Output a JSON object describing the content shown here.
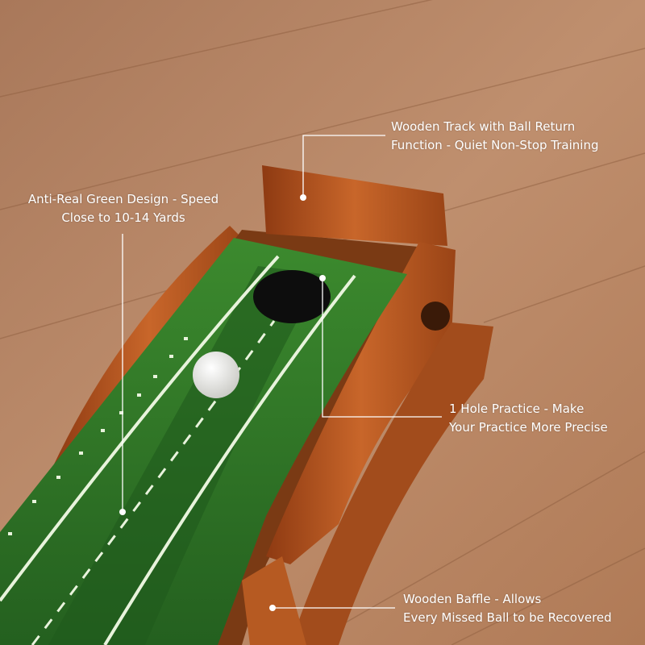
{
  "callouts": {
    "ball_return": {
      "line1": "Wooden Track with Ball Return",
      "line2": "Function - Quiet Non-Stop Training"
    },
    "green_design": {
      "line1": "Anti-Real Green Design - Speed",
      "line2": "Close to 10-14 Yards"
    },
    "hole_practice": {
      "line1": "1 Hole Practice - Make",
      "line2": "Your Practice More Precise"
    },
    "baffle": {
      "line1": "Wooden Baffle - Allows",
      "line2": "Every Missed Ball to be Recovered"
    }
  },
  "colors": {
    "floor": "#b0805e",
    "wood": "#b5561f",
    "green": "#2f7a2a",
    "line": "#ffffff"
  }
}
